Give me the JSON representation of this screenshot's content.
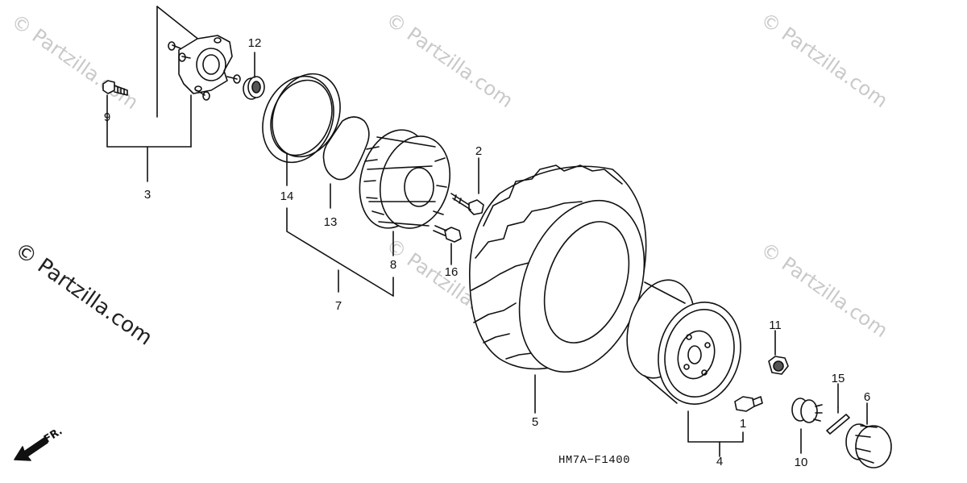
{
  "diagram": {
    "code": "HM7A−F1400",
    "direction_label": "FR.",
    "watermark": "© Partzilla.com",
    "callouts": [
      {
        "id": "1",
        "text": "1"
      },
      {
        "id": "2",
        "text": "2"
      },
      {
        "id": "3",
        "text": "3"
      },
      {
        "id": "4",
        "text": "4"
      },
      {
        "id": "5",
        "text": "5"
      },
      {
        "id": "6",
        "text": "6"
      },
      {
        "id": "7",
        "text": "7"
      },
      {
        "id": "8",
        "text": "8"
      },
      {
        "id": "9",
        "text": "9"
      },
      {
        "id": "10",
        "text": "10"
      },
      {
        "id": "11",
        "text": "11"
      },
      {
        "id": "12",
        "text": "12"
      },
      {
        "id": "13",
        "text": "13"
      },
      {
        "id": "14",
        "text": "14"
      },
      {
        "id": "15",
        "text": "15"
      },
      {
        "id": "16",
        "text": "16"
      }
    ]
  }
}
